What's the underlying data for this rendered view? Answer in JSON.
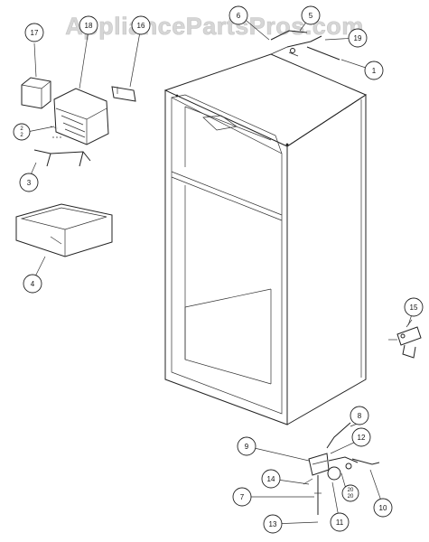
{
  "watermark": "AppliancePartsPros.com",
  "callouts": {
    "c1": "1",
    "c2": "2",
    "c3": "3",
    "c4": "4",
    "c5": "5",
    "c6": "6",
    "c7": "7",
    "c8": "8",
    "c9": "9",
    "c10": "10",
    "c11": "11",
    "c12": "12",
    "c13": "13",
    "c14": "14",
    "c15": "15",
    "c16": "16",
    "c17": "17",
    "c18": "18",
    "c19": "19",
    "c20": "20"
  },
  "colors": {
    "line": "#222222",
    "watermark": "#d6d6d6",
    "background": "#ffffff"
  }
}
